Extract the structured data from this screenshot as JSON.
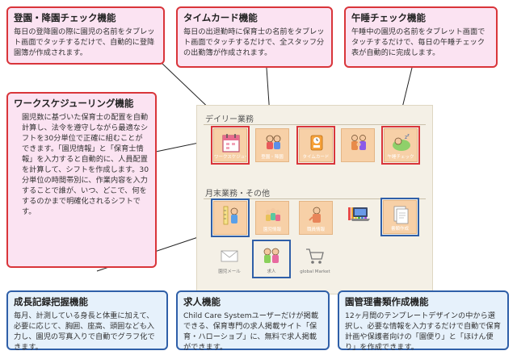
{
  "callouts": {
    "attendance": {
      "title": "登園・降園チェック機能",
      "text": "毎日の登降園の際に園児の名前をタブレット画面でタッチするだけで、自動的に登降園簿が作成されます。"
    },
    "timecard": {
      "title": "タイムカード機能",
      "text": "毎日の出退勤時に保育士の名前をタブレット画面でタッチするだけで、全スタッフ分の出勤簿が作成されます。"
    },
    "nap": {
      "title": "午睡チェック機能",
      "text": "午睡中の園児の名前をタブレット画面でタッチするだけで、毎日の午睡チェック表が自動的に完成します。"
    },
    "scheduling": {
      "title": "ワークスケジューリング機能",
      "text": "園児数に基づいた保育士の配置を自動計算し、法令を遵守しながら最適なシフトを30分単位で正確に組むことができます。「園児情報」と「保育士情報」を入力すると自動的に、人員配置を計算して、シフトを作成します。30分単位の時間帯別に、作業内容を入力することで誰が、いつ、どこで、何をするのかまで明確化されるシフトです。"
    },
    "growth": {
      "title": "成長記録把握機能",
      "text": "毎月、計測している身長と体重に加えて、必要に応じて、胸囲、座高、頭囲なども入力し、園児の写真入りで自動でグラフ化できます。"
    },
    "jobs": {
      "title": "求人機能",
      "text": "Child Care Systemユーザーだけが掲載できる、保育専門の求人掲載サイト「保育・ハローショプ」に、無料で求人掲載ができます。"
    },
    "documents": {
      "title": "園管理書類作成機能",
      "text": "12ヶ月間のテンプレートデザインの中から選択し、必要な情報を入力するだけで自動で保育計画や保護者向けの「園便り」と「ほけん便り」を作成できます。"
    }
  },
  "panel": {
    "daily_title": "デイリー業務",
    "monthly_title": "月末業務・その他",
    "daily_tiles": [
      {
        "icon": "calendar-icon",
        "label": "ワークスケジューリング"
      },
      {
        "icon": "children-icon",
        "label": "登園・降園"
      },
      {
        "icon": "timecard-clock-icon",
        "label": "タイムカード"
      },
      {
        "icon": "family-icon",
        "label": ""
      },
      {
        "icon": "sleeping-child-icon",
        "label": "午睡チェック"
      }
    ],
    "monthly_tiles": [
      {
        "icon": "height-measure-icon",
        "label": ""
      },
      {
        "icon": "kids-group-icon",
        "label": "園児情報"
      },
      {
        "icon": "teacher-icon",
        "label": "職員情報"
      },
      {
        "icon": "crayons-icon",
        "label": ""
      },
      {
        "icon": "laptop-icon",
        "label": ""
      },
      {
        "icon": "documents-icon",
        "label": "書類作成"
      },
      {
        "icon": "mail-icon",
        "label": "園児メール"
      },
      {
        "icon": "boy-girl-icon",
        "label": "求人"
      },
      {
        "icon": "shopping-cart-icon",
        "label": "global Market"
      }
    ]
  },
  "colors": {
    "pink_bg": "#fbe3f2",
    "red_border": "#d9353a",
    "blue_bg": "#e6f1fb",
    "blue_border": "#2f5fa8",
    "tile": "#f7d0a7"
  }
}
